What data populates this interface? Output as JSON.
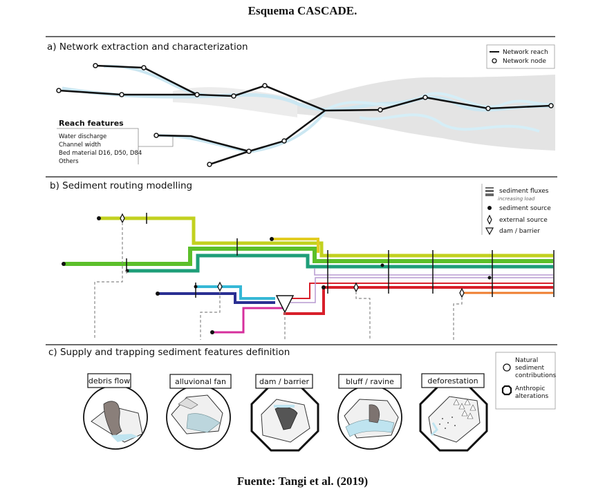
{
  "title": "Esquema CASCADE.",
  "source": "Fuente: Tangi et al. (2019)",
  "panel_a": {
    "label": "a) Network extraction and characterization",
    "legend": {
      "reach": "Network reach",
      "node": "Network node"
    },
    "features_title": "Reach features",
    "features": [
      "Water discharge",
      "Channel width",
      "Bed material D16, D50, D84",
      "Others"
    ]
  },
  "panel_b": {
    "label": "b) Sediment routing modelling",
    "legend": {
      "fluxes": "sediment fluxes",
      "fluxes_sub": "increasing load",
      "source": "sediment source",
      "external": "external source",
      "dam": "dam / barrier"
    }
  },
  "panel_c": {
    "label": "c) Supply and trapping sediment features definition",
    "features": [
      "debris flow",
      "alluvional fan",
      "dam / barrier",
      "bluff / ravine",
      "deforestation"
    ],
    "legend": {
      "natural": [
        "Natural",
        "sediment",
        "contributions"
      ],
      "anthropic": [
        "Anthropic",
        "alterations"
      ]
    }
  },
  "colors": {
    "yellowgreen": "#c2d11f",
    "yellow": "#e2cc22",
    "green": "#5cbf2a",
    "teal": "#1e9e78",
    "cyan": "#36b8d6",
    "navy": "#2a2f92",
    "blue": "#2f5bb5",
    "magenta": "#d62f9c",
    "red": "#d81f2a",
    "orange": "#ef7d2e",
    "lilac": "#b79ad1"
  }
}
